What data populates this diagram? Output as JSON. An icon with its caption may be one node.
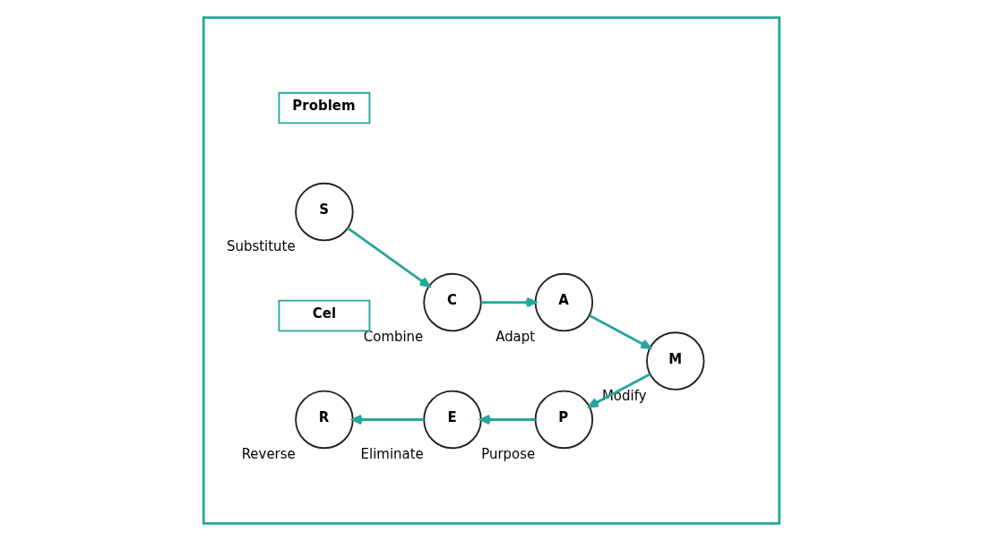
{
  "diagram": {
    "nodes": [
      {
        "text": [],
        "shape": "box"
      },
      {
        "text": [
          "Problem"
        ],
        "in": 0
      },
      {
        "text": [
          "S"
        ],
        "beside": [
          "Substitute"
        ],
        "in": 0
      },
      {
        "text": [
          "C"
        ],
        "beside": [
          "Combine"
        ],
        "in": 0
      },
      {
        "text": [
          "A"
        ],
        "beside": [
          "Adapt"
        ],
        "in": 0
      },
      {
        "text": [
          "M"
        ],
        "beside": [
          "Modify"
        ],
        "in": 0
      },
      {
        "text": [
          "Cel"
        ],
        "in": 0
      },
      {
        "text": [
          "R"
        ],
        "beside": [
          "Reverse"
        ],
        "in": 0
      },
      {
        "text": [
          "E"
        ],
        "beside": [
          "Eliminate"
        ],
        "in": 0
      },
      {
        "text": [
          "P"
        ],
        "beside": [
          "Purpose"
        ],
        "in": 0
      }
    ],
    "edges": [
      {
        "from": 2,
        "to": 3,
        "arrow": "to"
      },
      {
        "from": 3,
        "to": 4,
        "arrow": "to"
      },
      {
        "from": 4,
        "to": 5,
        "arrow": "to"
      },
      {
        "from": 5,
        "to": 9,
        "arrow": "to"
      },
      {
        "from": 9,
        "to": 8,
        "arrow": "to"
      },
      {
        "from": 8,
        "to": 7,
        "arrow": "to"
      }
    ]
  }
}
